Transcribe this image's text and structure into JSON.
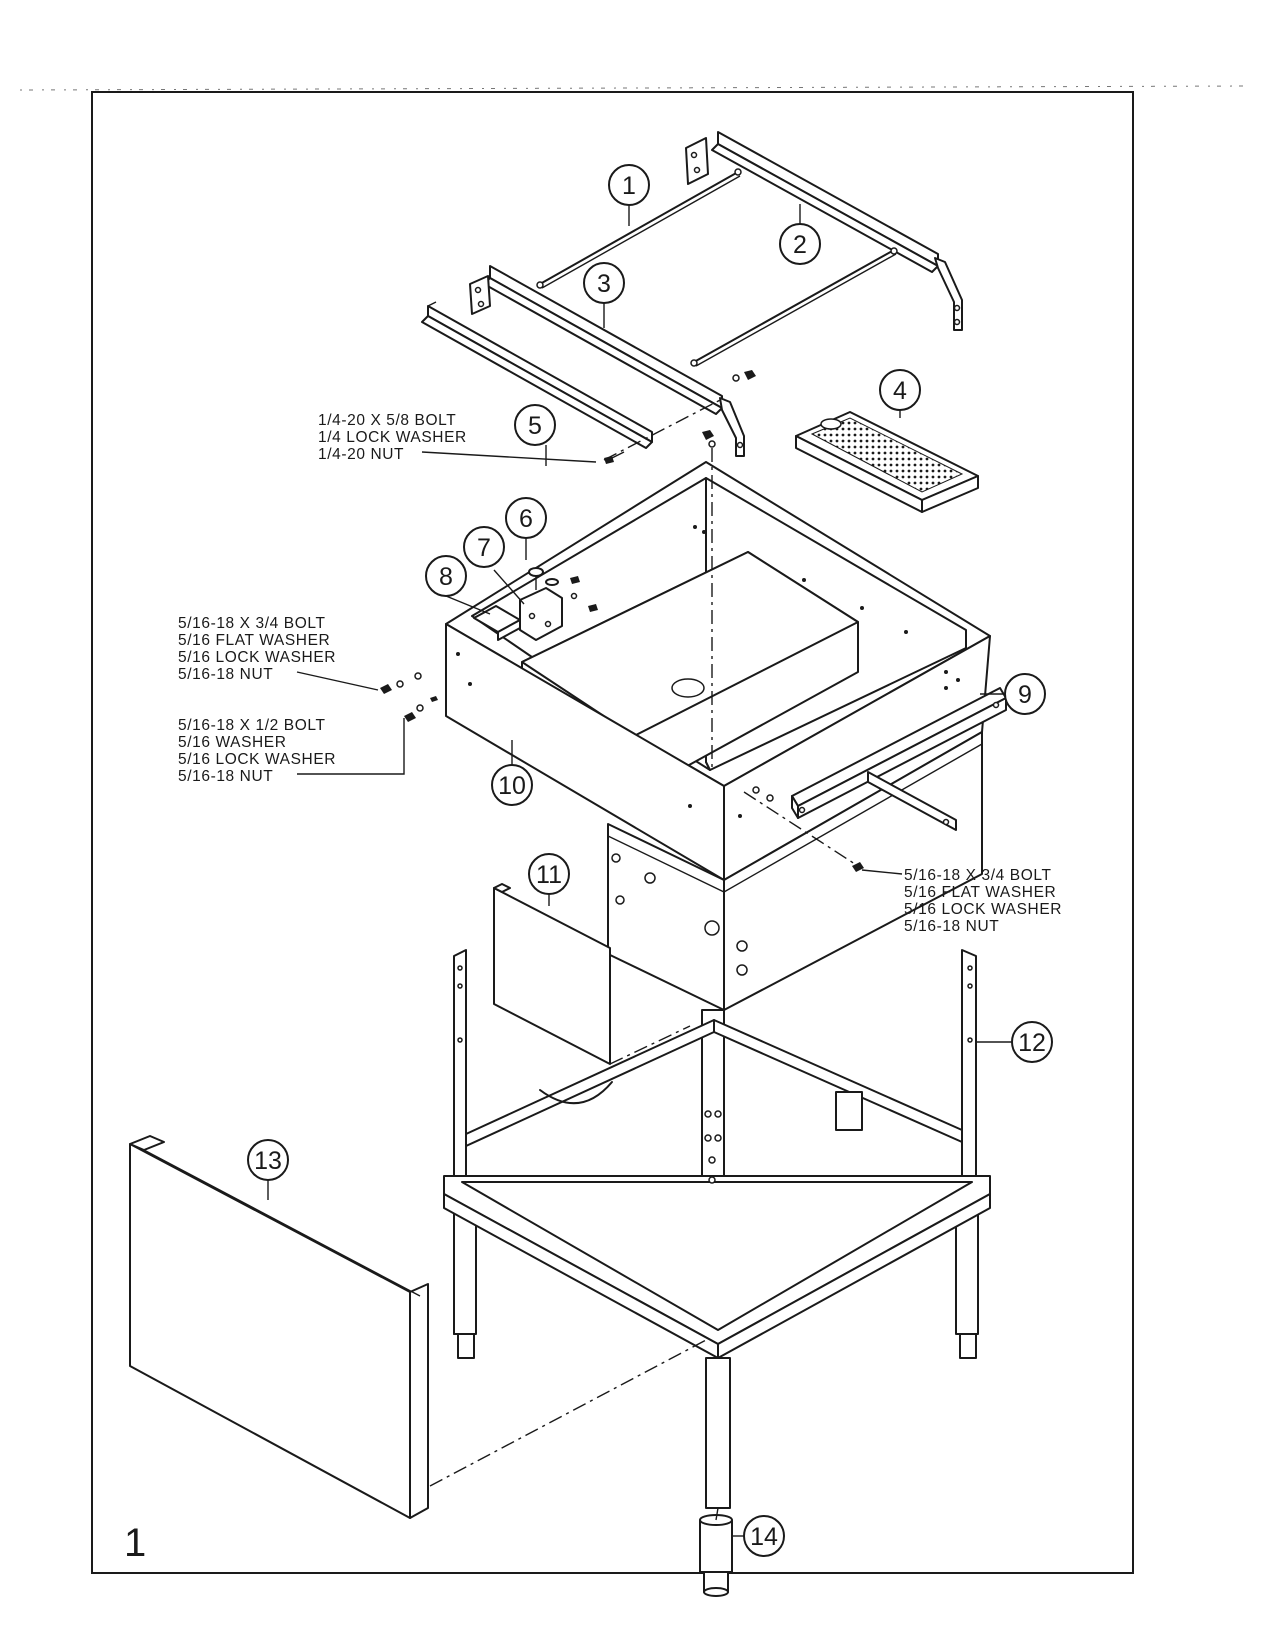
{
  "page_number": "1",
  "balloons": [
    "1",
    "2",
    "3",
    "4",
    "5",
    "6",
    "7",
    "8",
    "9",
    "10",
    "11",
    "12",
    "13",
    "14"
  ],
  "notes": {
    "top_hardware": [
      "1/4-20 X 5/8 BOLT",
      "1/4 LOCK WASHER",
      "1/4-20 NUT"
    ],
    "left_hardware_a": [
      "5/16-18 X 3/4 BOLT",
      "5/16 FLAT WASHER",
      "5/16 LOCK WASHER",
      "5/16-18 NUT"
    ],
    "left_hardware_b": [
      "5/16-18 X 1/2 BOLT",
      "5/16 WASHER",
      "5/16 LOCK WASHER",
      "5/16-18 NUT"
    ],
    "right_hardware": [
      "5/16-18 X 3/4 BOLT",
      "5/16 FLAT WASHER",
      "5/16 LOCK WASHER",
      "5/16-18 NUT"
    ]
  }
}
